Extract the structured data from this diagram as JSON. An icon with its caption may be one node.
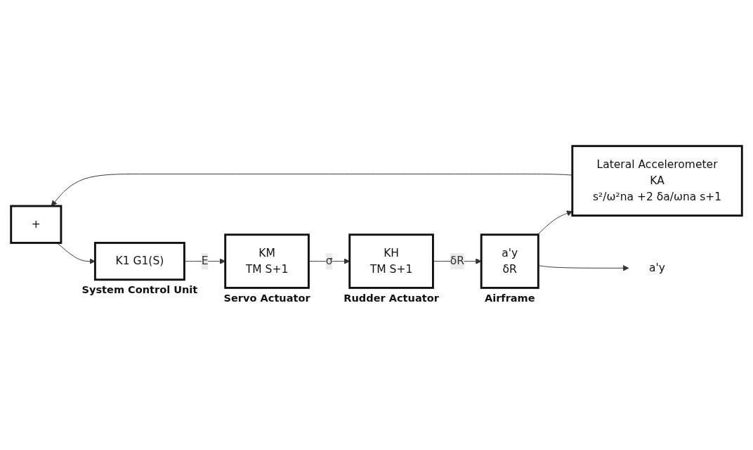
{
  "diagram": {
    "nodes": [
      {
        "text": [
          "+"
        ]
      },
      {
        "text": [
          "K1 G1(S)"
        ],
        "beside": [
          "System Control Unit"
        ]
      },
      {
        "text": [
          "KM",
          "TM S+1"
        ],
        "beside": [
          "Servo Actuator"
        ]
      },
      {
        "text": [
          "KH",
          "TM S+1"
        ],
        "beside": [
          "Rudder Actuator"
        ]
      },
      {
        "text": [
          "a'y",
          "δR"
        ],
        "beside": [
          "Airframe"
        ]
      },
      {
        "text": [
          "Lateral Accelerometer",
          "KA",
          "s²/ω²na +2 δa/ωna s+1"
        ]
      },
      {
        "text": [
          "a'y"
        ]
      }
    ],
    "edges": [
      {
        "from": 0,
        "to": 1,
        "arrow": "to"
      },
      {
        "from": 1,
        "to": 2,
        "arrow": "to",
        "label": "E"
      },
      {
        "from": 2,
        "to": 3,
        "arrow": "to",
        "label": "σ"
      },
      {
        "from": 3,
        "to": 4,
        "arrow": "to",
        "label": "δR"
      },
      {
        "from": 4,
        "to": 5,
        "arrow": "to"
      },
      {
        "from": 4,
        "to": 6,
        "arrow": "to"
      },
      {
        "from": 5,
        "to": 0,
        "arrow": "to"
      }
    ]
  }
}
